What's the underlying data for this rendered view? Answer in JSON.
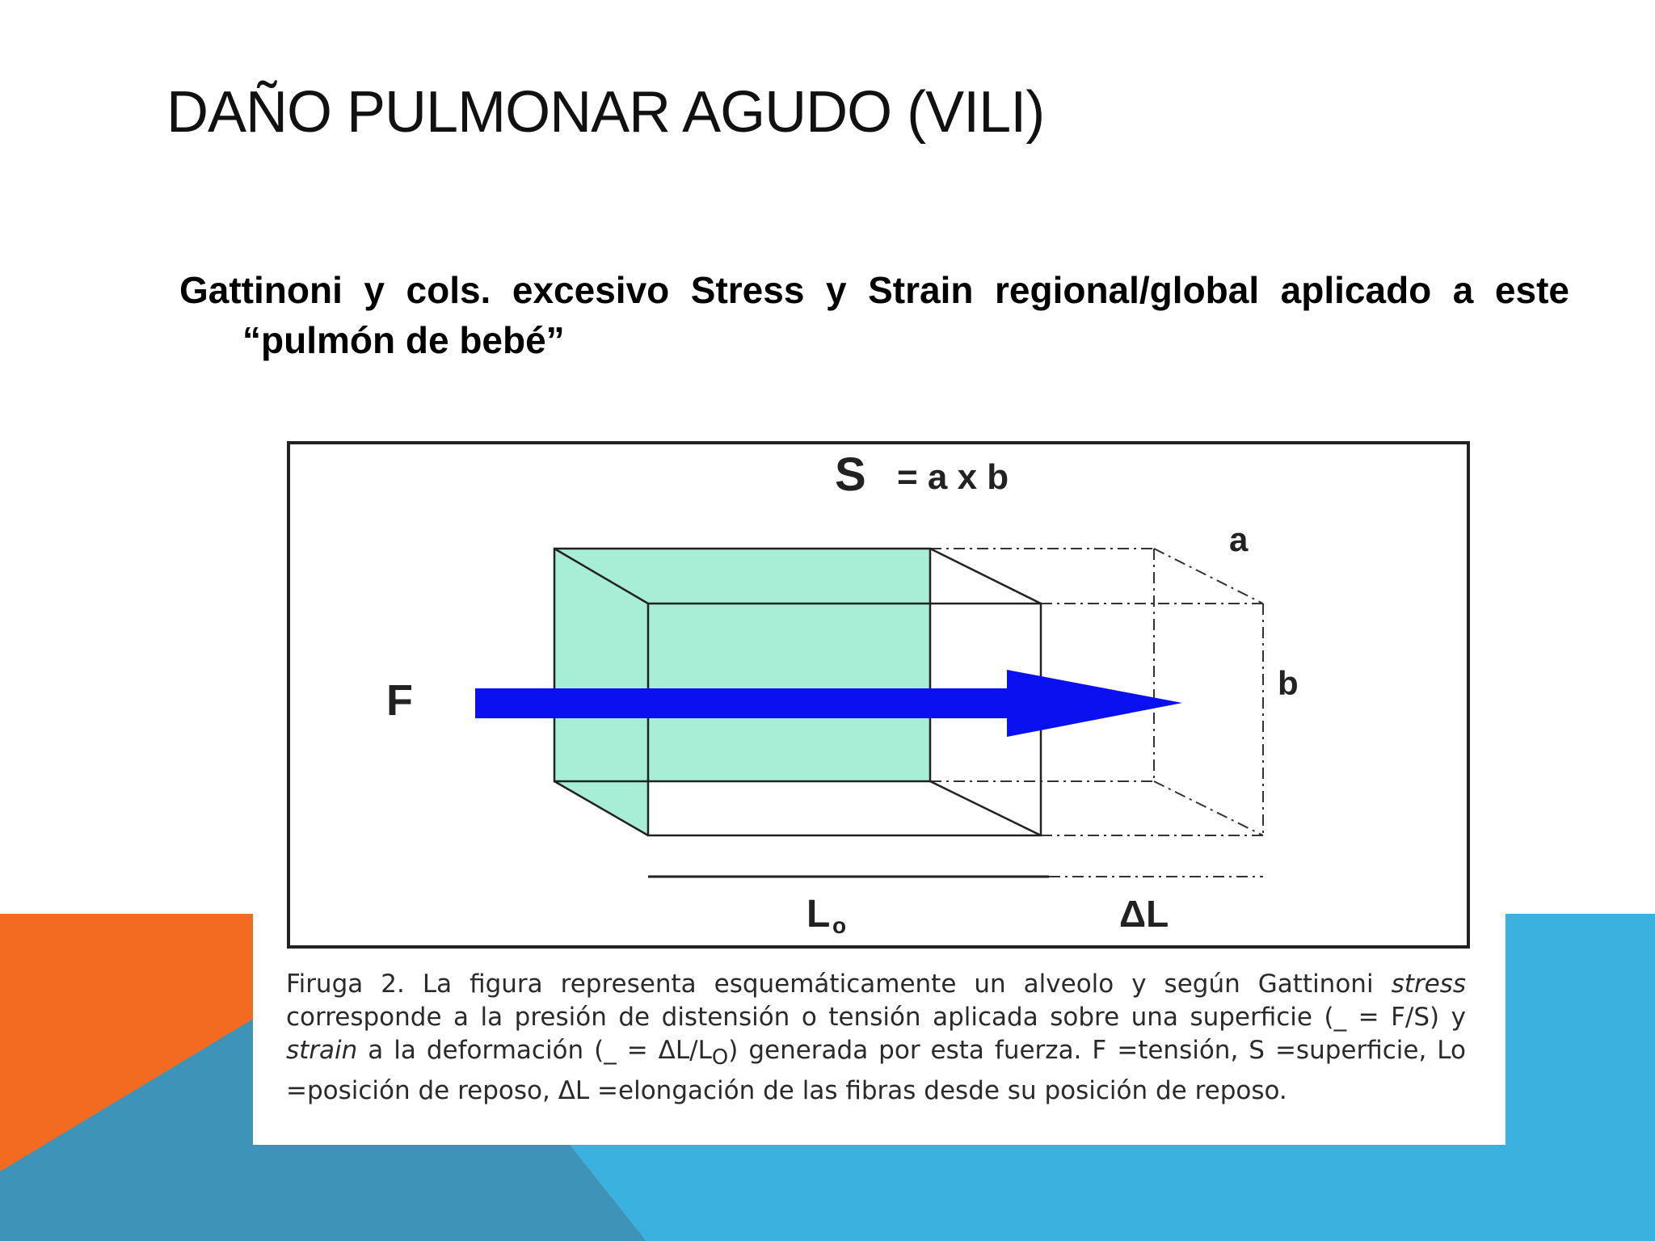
{
  "slide": {
    "title": "DAÑO PULMONAR AGUDO (VILI)",
    "bullet": "Gattinoni y cols. excesivo Stress y Strain regional/global aplicado a este “pulmón de bebé”"
  },
  "colors": {
    "accent_orange": "#F26B21",
    "accent_blue": "#3BB1E0",
    "accent_teal": "#3D94B8",
    "box_fill": "#A8EDD5",
    "arrow_blue": "#0A10F0"
  },
  "figure": {
    "formula_s": "S",
    "formula_rest": "= a x b",
    "label_a": "a",
    "label_b": "b",
    "label_f": "F",
    "label_l": "L",
    "label_l_sub": "o",
    "label_delta_l": "ΔL",
    "caption": {
      "p1": "Firuga 2. La figura representa esquemáticamente un alveolo y según Gattinoni ",
      "stress": "stress",
      "p2": " corresponde a la presión de distensión o tensión aplicada sobre una superficie (_ = F/S) y ",
      "strain": "strain",
      "p3": " a la deformación (_ = ΔL/L",
      "p3_sub": "O",
      "p4": ") generada por esta fuerza. F =tensión, S =superficie, Lo =posición de reposo, ΔL =elongación de las fibras desde su posición de reposo."
    }
  }
}
